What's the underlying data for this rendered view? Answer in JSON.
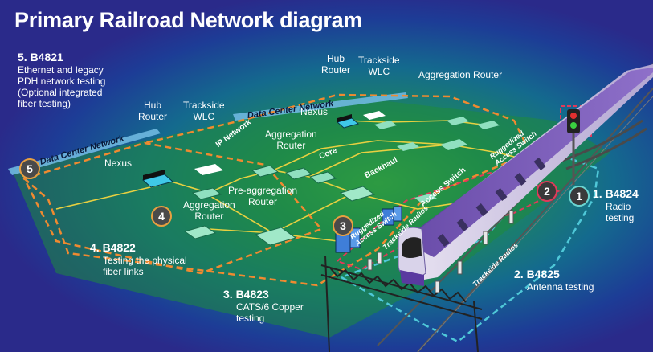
{
  "title": "Primary Railroad Network diagram",
  "callouts": [
    {
      "num": "5",
      "id": "B4821",
      "head": "5. B4821",
      "lines": [
        "Ethernet and legacy",
        "PDH network testing",
        "(Optional integrated",
        "fiber testing)"
      ]
    },
    {
      "num": "4",
      "id": "B4822",
      "head": "4. B4822",
      "lines": [
        "Testing the physical",
        "fiber links"
      ]
    },
    {
      "num": "3",
      "id": "B4823",
      "head": "3. B4823",
      "lines": [
        "CATS/6 Copper",
        "testing"
      ]
    },
    {
      "num": "2",
      "id": "B4825",
      "head": "2. B4825",
      "lines": [
        "Antenna testing"
      ]
    },
    {
      "num": "1",
      "id": "B4824",
      "head": "1. B4824",
      "lines": [
        "Radio",
        "testing"
      ]
    }
  ],
  "labels": {
    "hub_router_left": "Hub\nRouter",
    "trackside_wlc_left": "Trackside\nWLC",
    "hub_router_top": "Hub\nRouter",
    "trackside_wlc_top": "Trackside\nWLC",
    "aggregation_router_top": "Aggregation Router",
    "aggregation_router_mid": "Aggregation\nRouter",
    "aggregation_router_left": "Aggregation\nRouter",
    "pre_aggregation_router": "Pre-aggregation\nRouter",
    "nexus_left": "Nexus",
    "nexus_top": "Nexus",
    "data_center_network_left": "Data Center Network",
    "data_center_network_top": "Data Center Network",
    "ip_network": "IP Network",
    "core": "Core",
    "backhaul": "Backhaul",
    "access_switch": "Access Switch",
    "ruggedized_access_switch_top": "Ruggedized\nAccess Switch",
    "ruggedized_access_switch_mid": "Ruggedized\nAccess Switch",
    "trackside_radios_1": "Trackside Radios",
    "trackside_radios_2": "Trackside Radios"
  },
  "colors": {
    "orange_dash": "#f08a30",
    "teal_dash": "#4fc8d8",
    "red_dash": "#e03a5a"
  }
}
